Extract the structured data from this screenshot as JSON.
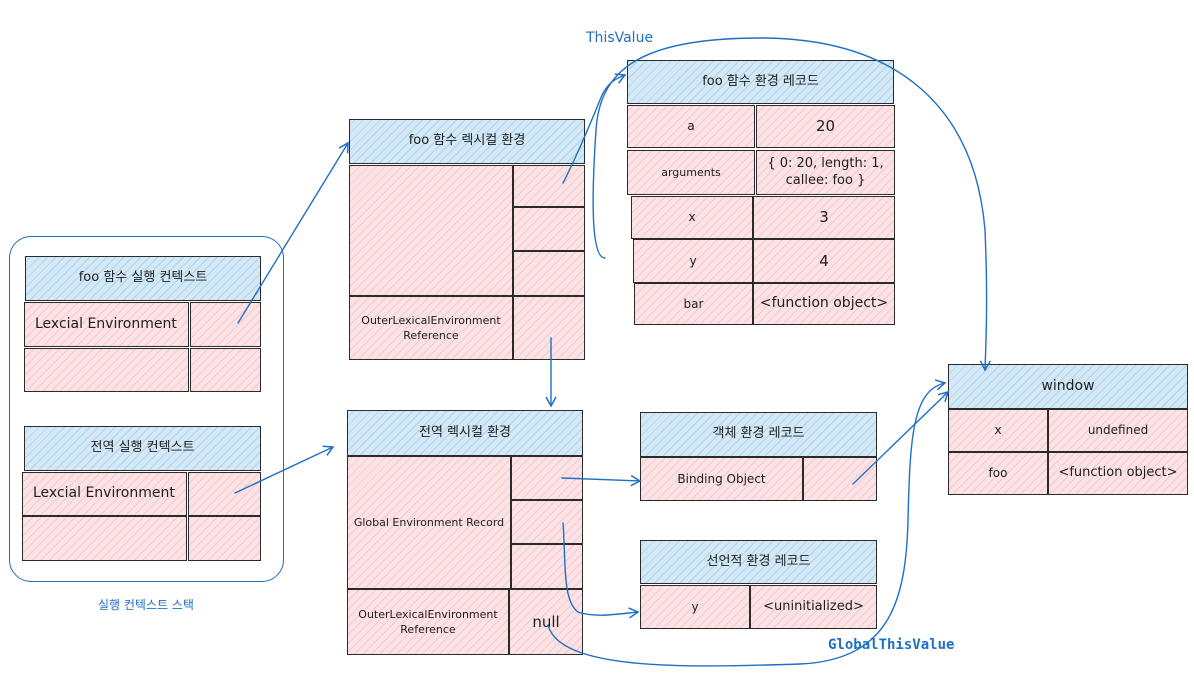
{
  "stack": {
    "label": "실행 컨텍스트 스택",
    "foo_context": {
      "title": "foo 함수 실행 컨텍스트",
      "lexical_env_label": "Lexcial Environment"
    },
    "global_context": {
      "title": "전역 실행 컨텍스트",
      "lexical_env_label": "Lexcial Environment"
    }
  },
  "foo_lexical_env": {
    "title": "foo 함수 렉시컬 환경",
    "outer_ref_label": "OuterLexicalEnvironment\nReference"
  },
  "global_lexical_env": {
    "title": "전역 렉시컬 환경",
    "record_label": "Global Environment Record",
    "outer_ref_label": "OuterLexicalEnvironment\nReference",
    "outer_ref_value": "null"
  },
  "foo_env_record": {
    "title": "foo 함수 환경 레코드",
    "rows": [
      {
        "key": "a",
        "value": "20"
      },
      {
        "key": "arguments",
        "value": "{ 0: 20, length: 1,\ncallee: foo }"
      },
      {
        "key": "x",
        "value": "3"
      },
      {
        "key": "y",
        "value": "4"
      },
      {
        "key": "bar",
        "value": "<function object>"
      }
    ]
  },
  "object_env_record": {
    "title": "객체 환경 레코드",
    "binding_label": "Binding Object"
  },
  "declarative_env_record": {
    "title": "선언적 환경 레코드",
    "rows": [
      {
        "key": "y",
        "value": "<uninitialized>"
      }
    ]
  },
  "window": {
    "title": "window",
    "rows": [
      {
        "key": "x",
        "value": "undefined"
      },
      {
        "key": "foo",
        "value": "<function object>"
      }
    ]
  },
  "labels": {
    "this_value": "ThisValue",
    "global_this_value": "GlobalThisValue"
  },
  "colors": {
    "arrow": "#1f6fc5",
    "header_fill": "#d4e9f7",
    "cell_fill": "#fbe2e4",
    "border": "#2a2a2a"
  }
}
